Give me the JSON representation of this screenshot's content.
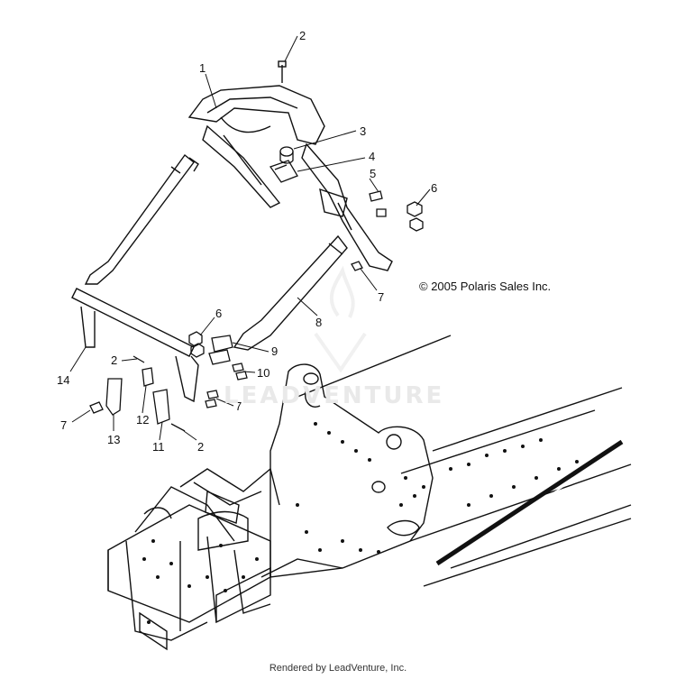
{
  "copyright": "© 2005 Polaris Sales Inc.",
  "footer": "Rendered by LeadVenture, Inc.",
  "watermark": "LEADVENTURE",
  "callouts": [
    {
      "id": "c1",
      "text": "1"
    },
    {
      "id": "c2a",
      "text": "2"
    },
    {
      "id": "c3",
      "text": "3"
    },
    {
      "id": "c4",
      "text": "4"
    },
    {
      "id": "c5",
      "text": "5"
    },
    {
      "id": "c6a",
      "text": "6"
    },
    {
      "id": "c7a",
      "text": "7"
    },
    {
      "id": "c8",
      "text": "8"
    },
    {
      "id": "c6b",
      "text": "6"
    },
    {
      "id": "c9",
      "text": "9"
    },
    {
      "id": "c2b",
      "text": "2"
    },
    {
      "id": "c14",
      "text": "14"
    },
    {
      "id": "c10",
      "text": "10"
    },
    {
      "id": "c7b",
      "text": "7"
    },
    {
      "id": "c12",
      "text": "12"
    },
    {
      "id": "c7c",
      "text": "7"
    },
    {
      "id": "c13",
      "text": "13"
    },
    {
      "id": "c11",
      "text": "11"
    },
    {
      "id": "c2c",
      "text": "2"
    }
  ]
}
